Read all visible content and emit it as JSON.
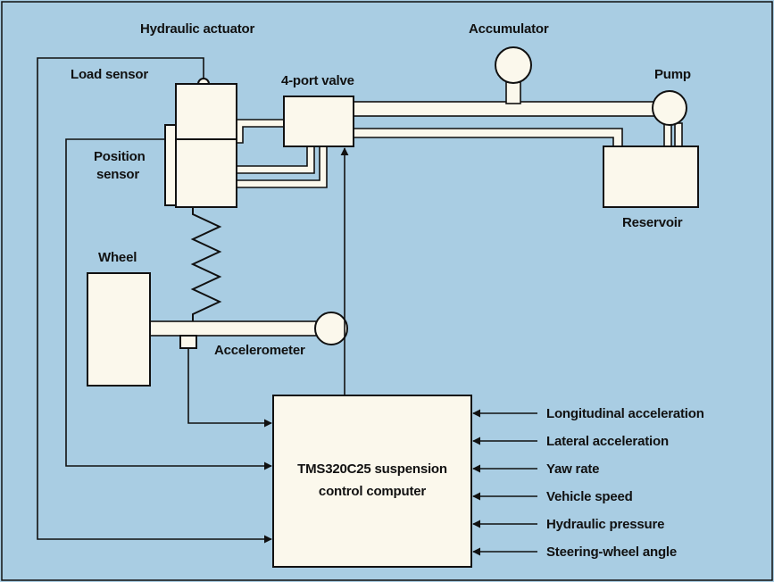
{
  "colors": {
    "background": "#a9cde3",
    "component_fill": "#fbf8ec",
    "line": "#111111"
  },
  "labels": {
    "hydraulic_actuator": "Hydraulic actuator",
    "load_sensor": "Load sensor",
    "valve": "4-port valve",
    "accumulator": "Accumulator",
    "pump": "Pump",
    "position_sensor_line1": "Position",
    "position_sensor_line2": "sensor",
    "reservoir": "Reservoir",
    "wheel": "Wheel",
    "accelerometer": "Accelerometer",
    "computer_line1": "TMS320C25 suspension",
    "computer_line2": "control computer"
  },
  "inputs": [
    "Longitudinal acceleration",
    "Lateral acceleration",
    "Yaw rate",
    "Vehicle speed",
    "Hydraulic pressure",
    "Steering-wheel angle"
  ]
}
